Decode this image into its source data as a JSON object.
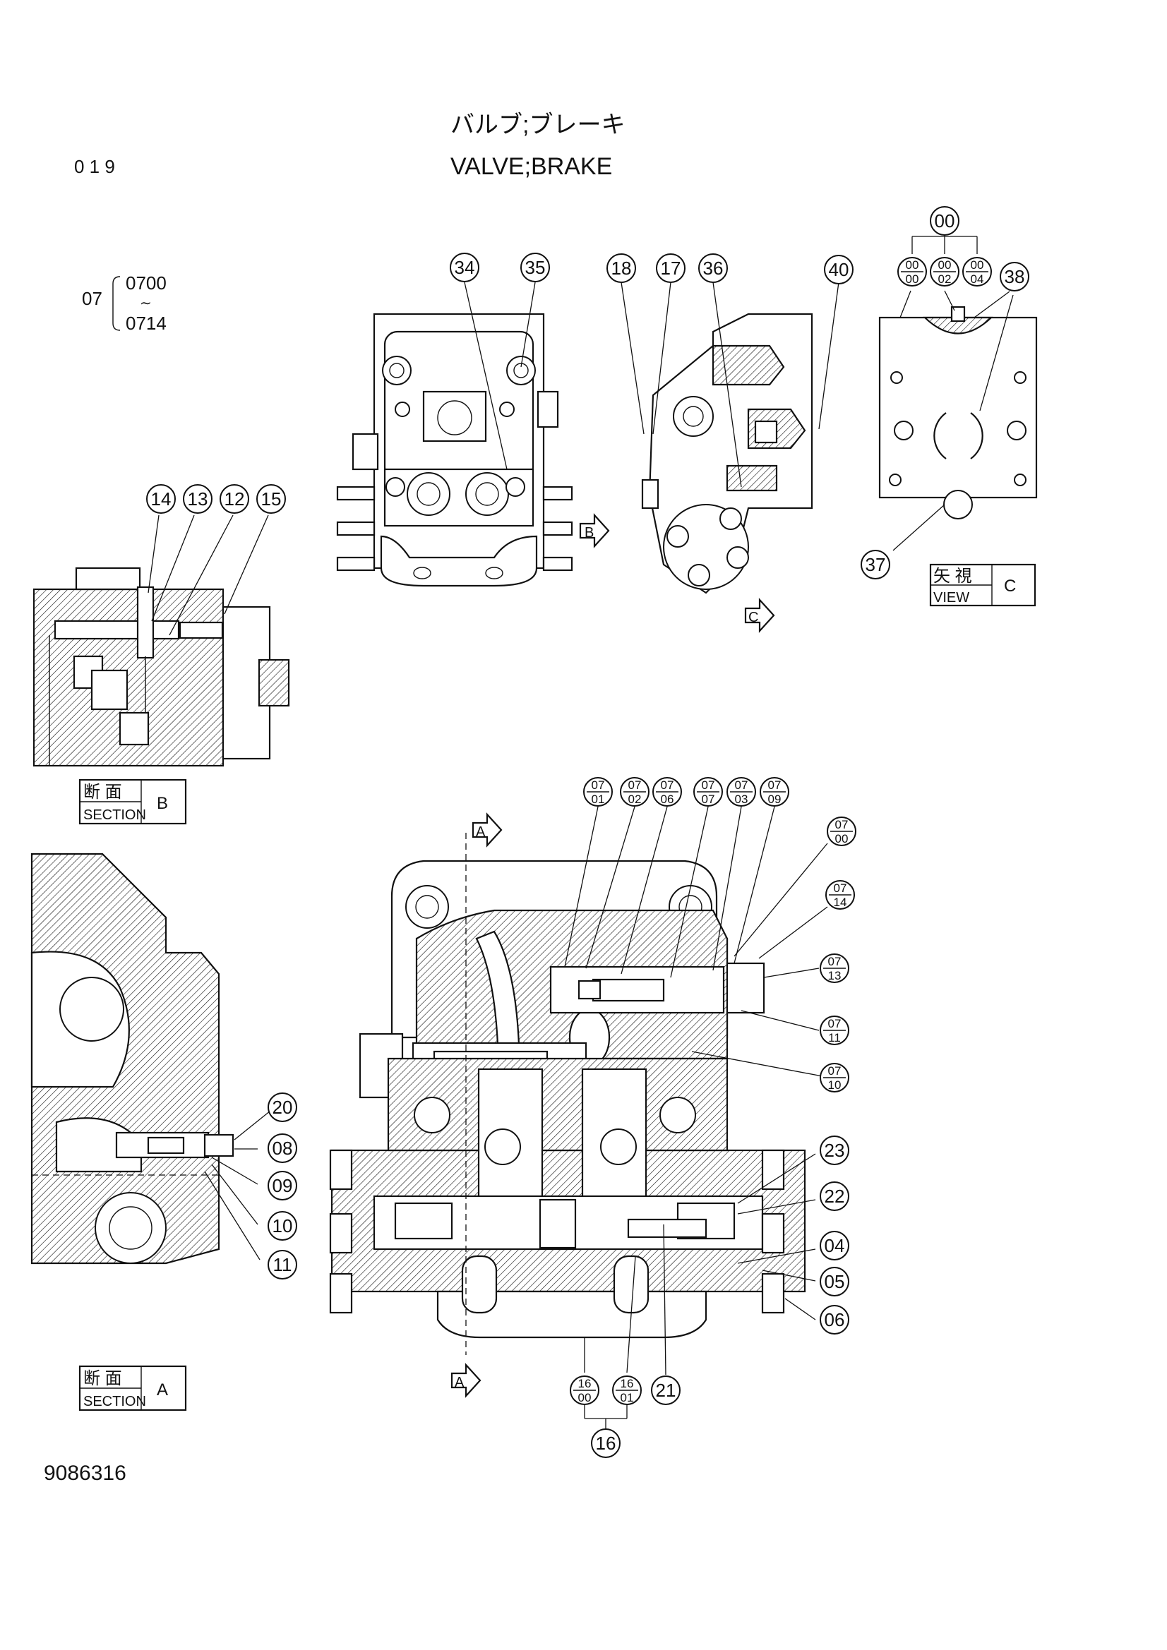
{
  "header": {
    "page_no": "0 1 9",
    "title_jp": "バルブ;ブレーキ",
    "title_en": "VALVE;BRAKE",
    "range_prefix": "07",
    "range_from": "0700",
    "range_sep": "∼",
    "range_to": "0714"
  },
  "footer": {
    "doc_no": "9086316"
  },
  "section_labels": {
    "b_jp": "断 面",
    "b_en": "SECTION",
    "b_letter": "B",
    "a_jp": "断 面",
    "a_en": "SECTION",
    "a_letter": "A",
    "c_jp": "矢 視",
    "c_en": "VIEW",
    "c_letter": "C"
  },
  "arrows": {
    "b": "B",
    "c": "C",
    "a_top": "A",
    "a_bottom": "A"
  },
  "callouts": {
    "c00": "00",
    "c34": "34",
    "c35": "35",
    "c18": "18",
    "c17": "17",
    "c36": "36",
    "c40": "40",
    "c38": "38",
    "c37": "37",
    "c14": "14",
    "c13": "13",
    "c12": "12",
    "c15": "15",
    "c20": "20",
    "c08": "08",
    "c09": "09",
    "c10": "10",
    "c11": "11",
    "c23": "23",
    "c22": "22",
    "c04": "04",
    "c05": "05",
    "c06": "06",
    "c21": "21",
    "c16": "16"
  },
  "fraction_callouts": {
    "f00_00": {
      "top": "00",
      "bottom": "00"
    },
    "f00_02": {
      "top": "00",
      "bottom": "02"
    },
    "f00_04": {
      "top": "00",
      "bottom": "04"
    },
    "f07_01": {
      "top": "07",
      "bottom": "01"
    },
    "f07_02": {
      "top": "07",
      "bottom": "02"
    },
    "f07_06": {
      "top": "07",
      "bottom": "06"
    },
    "f07_07": {
      "top": "07",
      "bottom": "07"
    },
    "f07_03": {
      "top": "07",
      "bottom": "03"
    },
    "f07_09": {
      "top": "07",
      "bottom": "09"
    },
    "f07_00": {
      "top": "07",
      "bottom": "00"
    },
    "f07_14": {
      "top": "07",
      "bottom": "14"
    },
    "f07_13": {
      "top": "07",
      "bottom": "13"
    },
    "f07_11": {
      "top": "07",
      "bottom": "11"
    },
    "f07_10": {
      "top": "07",
      "bottom": "10"
    },
    "f16_00": {
      "top": "16",
      "bottom": "00"
    },
    "f16_01": {
      "top": "16",
      "bottom": "01"
    }
  }
}
